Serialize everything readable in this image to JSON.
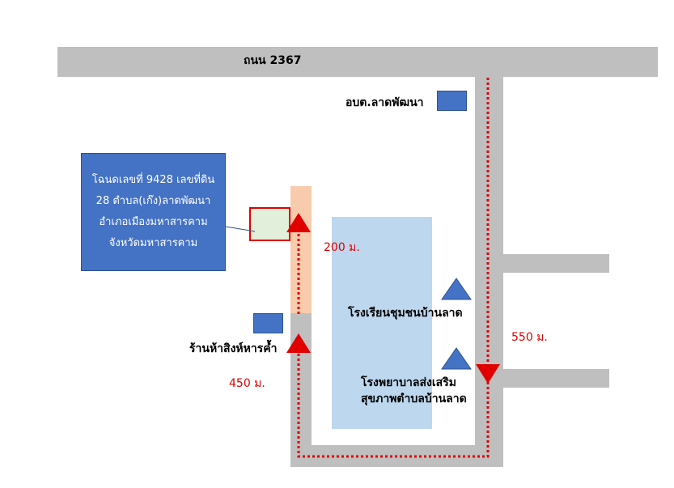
{
  "roads": {
    "main_road_label": "ถนน 2367"
  },
  "landmarks": {
    "tambon_office": "อบต.ลาดพัฒนา",
    "school": "โรงเรียนชุมชนบ้านลาด",
    "hospital_line1": "โรงพยาบาลส่งเสริม",
    "hospital_line2": "สุขภาพตำบลบ้านลาด",
    "shop": "ร้านห้าสิงห์หารค้ำ"
  },
  "parcel_callout": {
    "line1": "โฉนดเลขที่ 9428 เลขที่ดิน",
    "line2": "28 ตำบล(เก๊ง)ลาดพัฒนา",
    "line3": "อำเภอเมืองมหาสารคาม",
    "line4": "จังหวัดมหาสารคาม"
  },
  "distances": {
    "d200": "200 ม.",
    "d550": "550 ม.",
    "d450": "450 ม."
  },
  "colors": {
    "road": "#bfbfbf",
    "route": "#e00000",
    "building": "#4472c4",
    "school_area": "#bdd7ee",
    "access_lane": "#f8cbad",
    "parcel_fill": "#e2efda",
    "parcel_border": "#e00000"
  }
}
